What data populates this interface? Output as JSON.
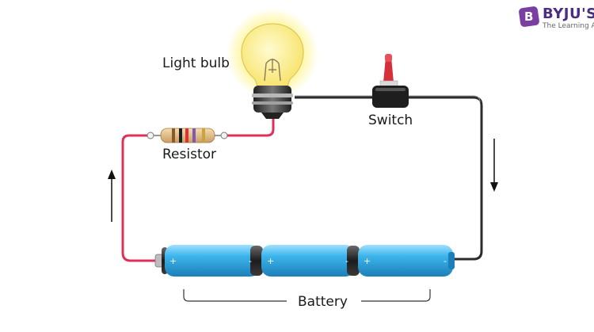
{
  "labels": {
    "light_bulb": "Light bulb",
    "switch": "Switch",
    "resistor": "Resistor",
    "battery": "Battery"
  },
  "battery_cells": [
    {
      "positive": "+",
      "negative": "-"
    },
    {
      "positive": "+",
      "negative": "-"
    },
    {
      "positive": "+",
      "negative": "-"
    }
  ],
  "logo": {
    "mark": "B",
    "brand": "BYJU'S",
    "tagline": "The Learning App"
  },
  "colors": {
    "live_wire": "#e0305a",
    "return_wire": "#2b2b2b",
    "battery_body": "#29a9e6",
    "bulb_glow": "#ffe14d",
    "switch_lever": "#d5303a",
    "brand": "#4b2d83"
  }
}
